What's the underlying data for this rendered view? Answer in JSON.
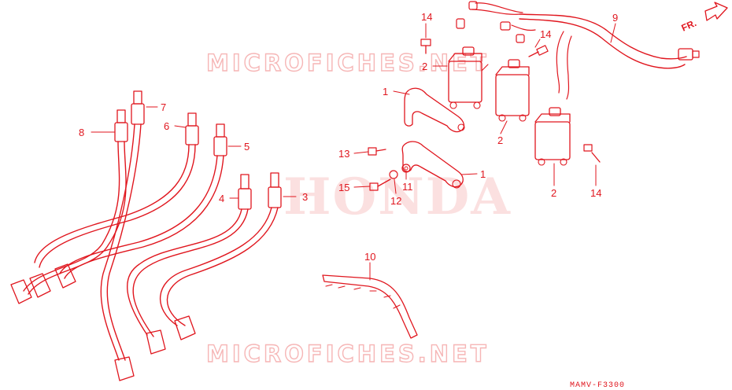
{
  "watermark": {
    "top": "MICROFICHES.NET",
    "bottom": "MICROFICHES.NET",
    "brand": "HONDA"
  },
  "direction_label": "FR.",
  "diagram_code": "MAMV-F3300",
  "callouts": [
    "14",
    "2",
    "1",
    "14",
    "9",
    "2",
    "2",
    "14",
    "13",
    "1",
    "15",
    "11",
    "12",
    "7",
    "8",
    "6",
    "5",
    "4",
    "3",
    "10"
  ],
  "colors": {
    "line": "#e0161e",
    "watermark": "#f6b6b6",
    "brand_fill": "#fbe0e0"
  }
}
